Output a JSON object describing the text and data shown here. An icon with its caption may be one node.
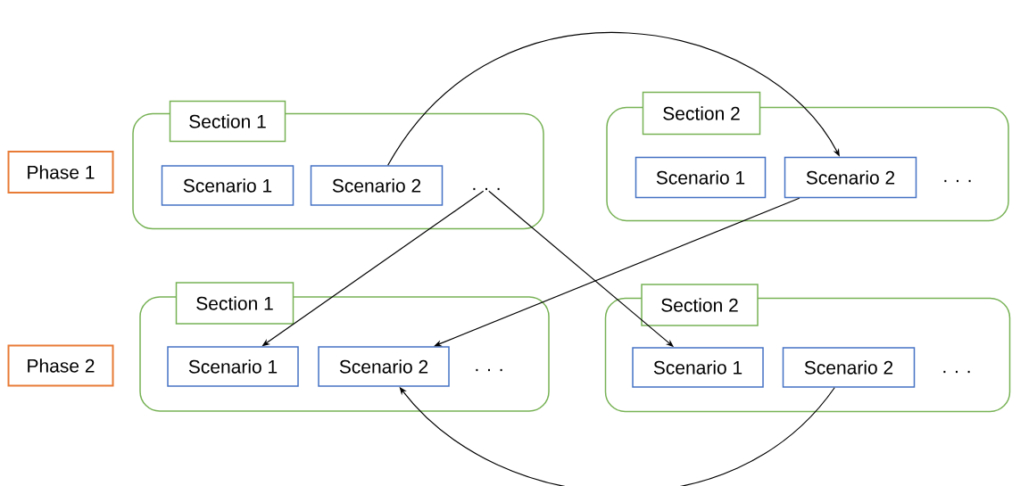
{
  "diagram": {
    "nodes": [
      {
        "text": [
          "Phase 1"
        ]
      },
      {
        "text": [
          "Section 1"
        ]
      },
      {
        "text": [
          "Scenario 1"
        ],
        "in": 1
      },
      {
        "text": [
          "Scenario 2"
        ],
        "in": 1
      },
      {
        "text": [
          ". . ."
        ],
        "in": 1
      },
      {
        "text": [
          "Section 2"
        ]
      },
      {
        "text": [
          "Scenario 1"
        ],
        "in": 5
      },
      {
        "text": [
          "Scenario 2"
        ],
        "in": 5
      },
      {
        "text": [
          ". . ."
        ],
        "in": 5
      },
      {
        "text": [
          "Phase 2"
        ]
      },
      {
        "text": [
          "Section 1"
        ]
      },
      {
        "text": [
          "Scenario 1"
        ],
        "in": 10
      },
      {
        "text": [
          "Scenario 2"
        ],
        "in": 10
      },
      {
        "text": [
          ". . ."
        ],
        "in": 10
      },
      {
        "text": [
          "Section 2"
        ]
      },
      {
        "text": [
          "Scenario 1"
        ],
        "in": 14
      },
      {
        "text": [
          "Scenario 2"
        ],
        "in": 14
      },
      {
        "text": [
          ". . ."
        ],
        "in": 14
      }
    ],
    "edges": [
      {
        "from": 3,
        "to": 7,
        "arrow": "to"
      },
      {
        "from": 4,
        "to": 11,
        "arrow": "to"
      },
      {
        "from": 4,
        "to": 15,
        "arrow": "to"
      },
      {
        "from": 7,
        "to": 12,
        "arrow": "to"
      },
      {
        "from": 16,
        "to": 12,
        "arrow": "to"
      }
    ]
  }
}
